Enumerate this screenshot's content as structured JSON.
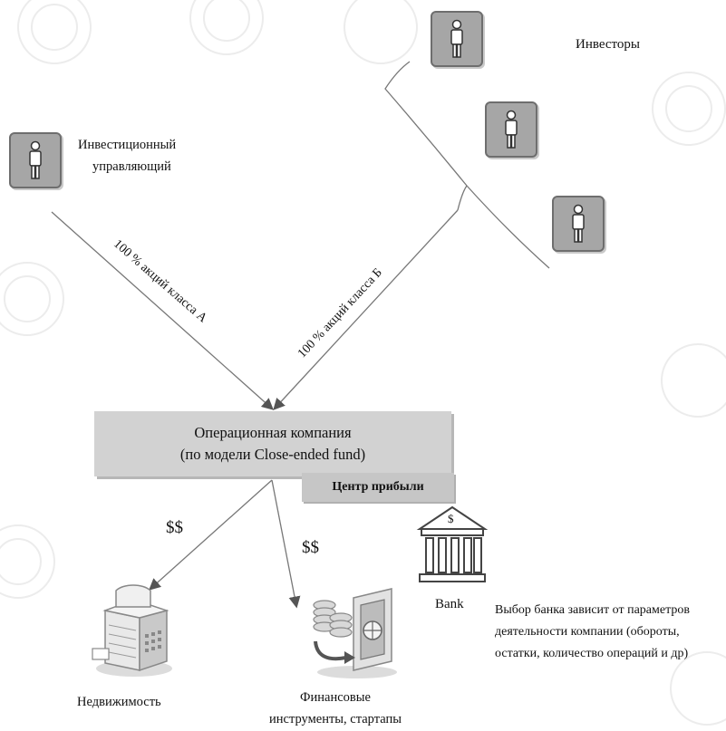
{
  "investors_label": "Инвесторы",
  "manager_label_1": "Инвестиционный",
  "manager_label_2": "управляющий",
  "arrow_class_a": "100 % акций класса А",
  "arrow_class_b": "100 % акций класса Б",
  "company_line_1": "Операционная компания",
  "company_line_2": "(по модели Close-ended fund)",
  "profit_center": "Центр прибыли",
  "money_left": "$$",
  "money_right": "$$",
  "bank_label": "Bank",
  "bank_sign": "$",
  "bank_note_1": "Выбор банка зависит от параметров",
  "bank_note_2": "деятельности компании (обороты,",
  "bank_note_3": "остатки, количество операций и др)",
  "realestate_label": "Недвижимость",
  "finance_label_1": "Финансовые",
  "finance_label_2": "инструменты, стартапы"
}
